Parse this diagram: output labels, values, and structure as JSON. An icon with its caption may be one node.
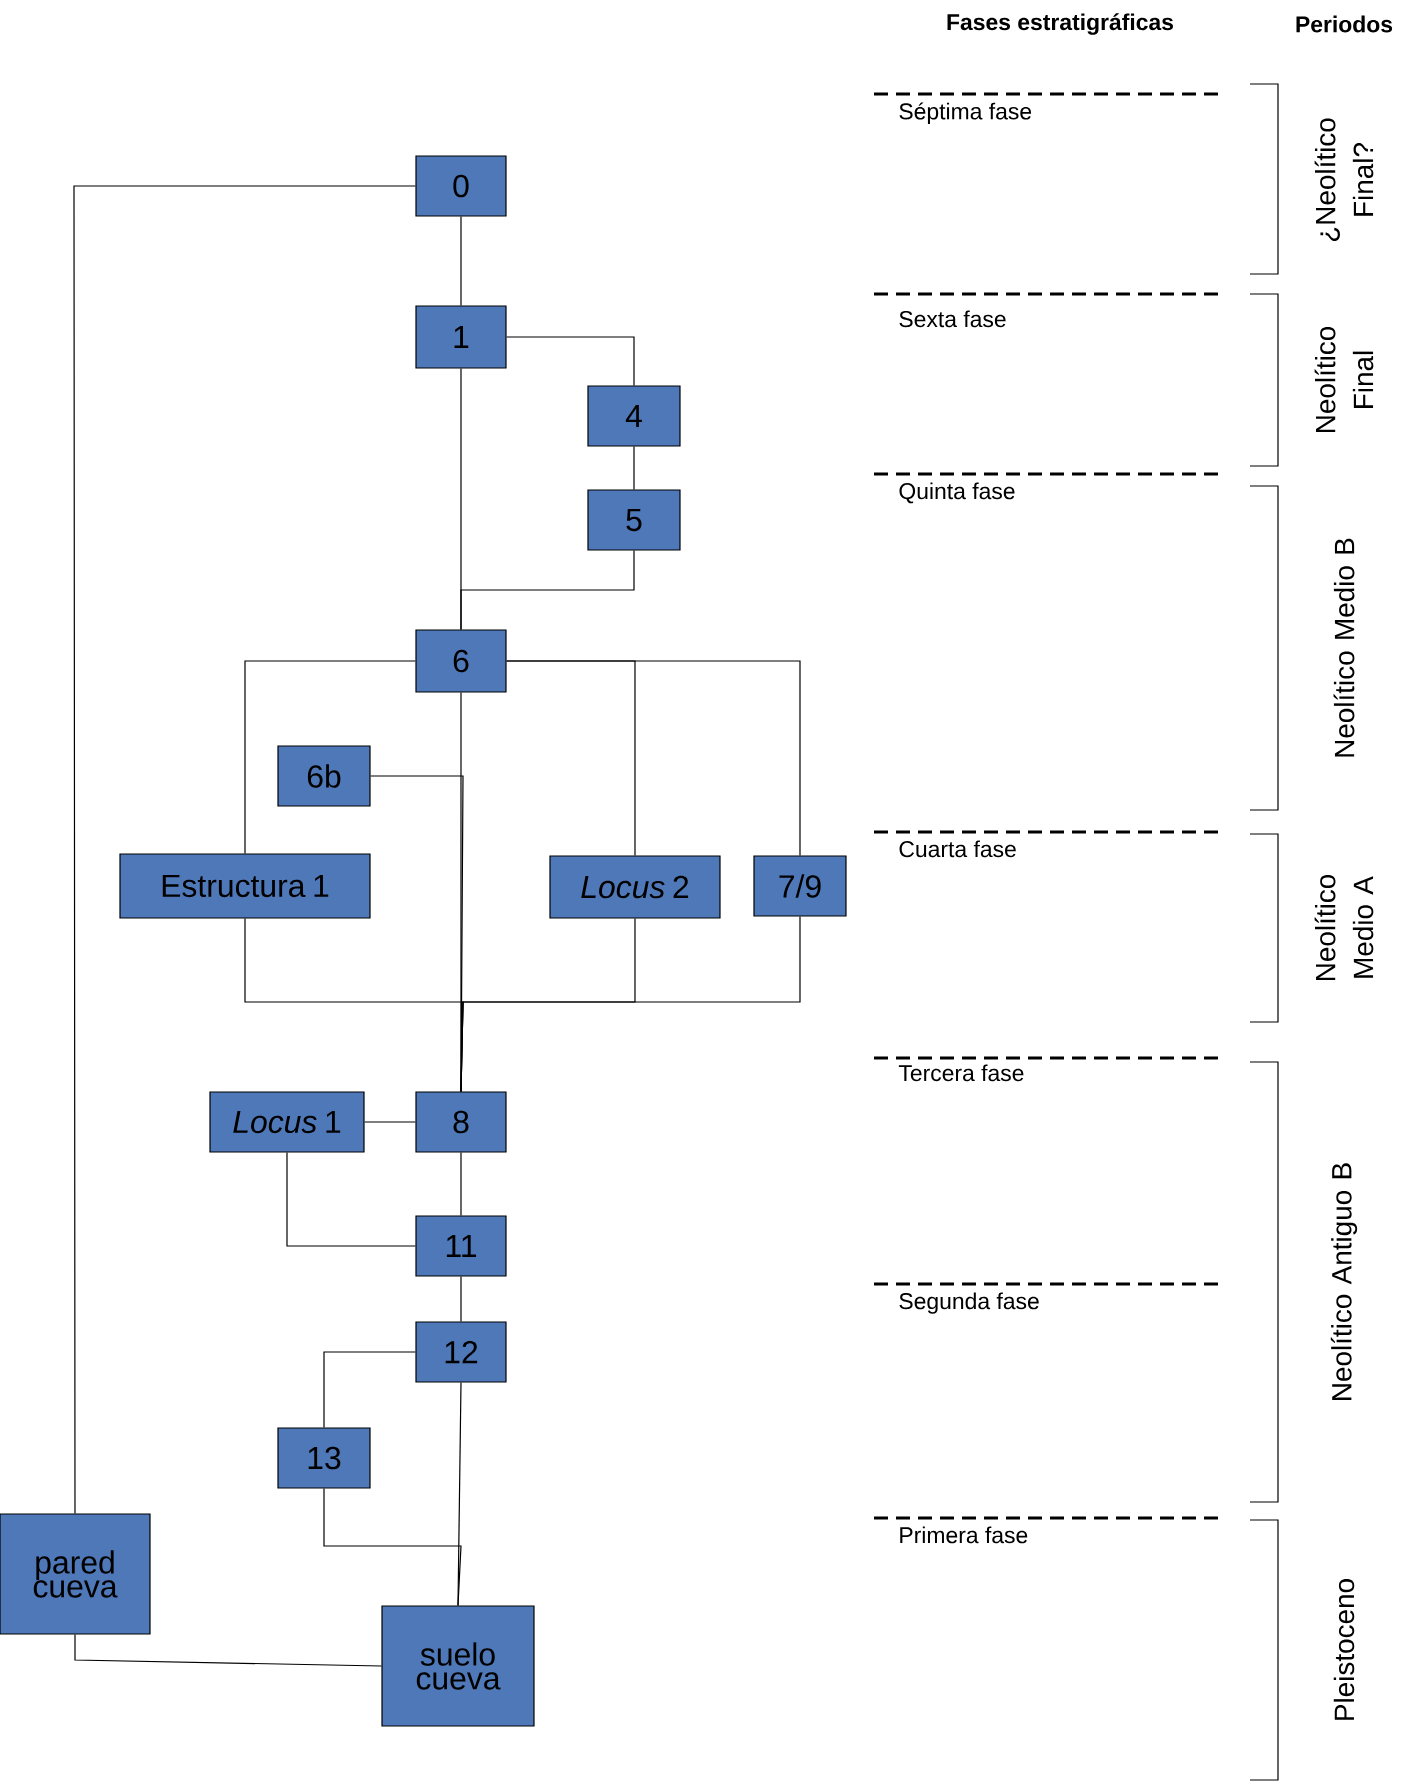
{
  "diagram": {
    "nodes": [
      {
        "text": [
          "0"
        ]
      },
      {
        "text": [
          "1"
        ]
      },
      {
        "text": [
          "4"
        ]
      },
      {
        "text": [
          "5"
        ]
      },
      {
        "text": [
          "6"
        ]
      },
      {
        "text": [
          "6b"
        ]
      },
      {
        "text": [
          "Estructura 1"
        ]
      },
      {
        "text": [
          "*Locus* 2"
        ]
      },
      {
        "text": [
          "7/9"
        ]
      },
      {
        "text": [
          "*Locus* 1"
        ]
      },
      {
        "text": [
          "8"
        ]
      },
      {
        "text": [
          "11"
        ]
      },
      {
        "text": [
          "12"
        ]
      },
      {
        "text": [
          "13"
        ]
      },
      {
        "text": [
          "pared cueva"
        ]
      },
      {
        "text": [
          "suelo cueva"
        ]
      }
    ],
    "edges": [
      {
        "from": 0,
        "to": 1,
        "arrow": "none"
      },
      {
        "from": 0,
        "to": 14,
        "arrow": "none"
      },
      {
        "from": 1,
        "to": 4,
        "arrow": "none"
      },
      {
        "from": 1,
        "to": 2,
        "arrow": "none"
      },
      {
        "from": 2,
        "to": 3,
        "arrow": "none"
      },
      {
        "from": 3,
        "to": 4,
        "arrow": "none"
      },
      {
        "from": 4,
        "to": 6,
        "arrow": "none"
      },
      {
        "from": 4,
        "to": 7,
        "arrow": "none"
      },
      {
        "from": 4,
        "to": 8,
        "arrow": "none"
      },
      {
        "from": 4,
        "to": 10,
        "arrow": "none"
      },
      {
        "from": 5,
        "to": 10,
        "arrow": "none"
      },
      {
        "from": 6,
        "to": 10,
        "arrow": "none"
      },
      {
        "from": 7,
        "to": 10,
        "arrow": "none"
      },
      {
        "from": 8,
        "to": 10,
        "arrow": "none"
      },
      {
        "from": 9,
        "to": 10,
        "arrow": "none"
      },
      {
        "from": 9,
        "to": 11,
        "arrow": "none"
      },
      {
        "from": 10,
        "to": 11,
        "arrow": "none"
      },
      {
        "from": 11,
        "to": 12,
        "arrow": "none"
      },
      {
        "from": 12,
        "to": 13,
        "arrow": "none"
      },
      {
        "from": 12,
        "to": 15,
        "arrow": "none"
      },
      {
        "from": 13,
        "to": 15,
        "arrow": "none"
      },
      {
        "from": 14,
        "to": 15,
        "arrow": "none"
      }
    ],
    "labels": [
      "Fases estratigráficas",
      "Periodos",
      "Séptima fase",
      "¿Neolítico Final?",
      "Sexta fase",
      "Neolítico Final",
      "Quinta fase",
      "Neolítico Medio B",
      "Cuarta fase",
      "Neolítico Medio A",
      "Tercera fase",
      "Neolítico Antiguo B",
      "Segunda fase",
      "Primera fase",
      "Pleistoceno"
    ]
  }
}
